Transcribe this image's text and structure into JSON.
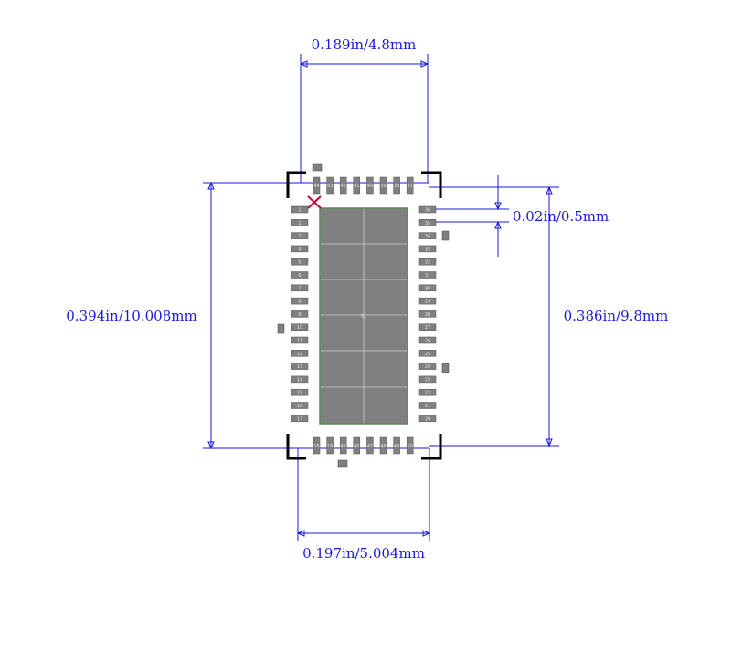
{
  "dimensions": {
    "top_width": "0.189in/4.8mm",
    "pitch": "0.02in/0.5mm",
    "left_height": "0.394in/10.008mm",
    "right_height": "0.386in/9.8mm",
    "bottom_width": "0.197in/5.004mm"
  },
  "thermal_pad_label": "51",
  "pins": {
    "top": [
      "44",
      "43",
      "42",
      "41",
      "40",
      "39",
      "38",
      "37"
    ],
    "left": [
      "1",
      "2",
      "3",
      "4",
      "5",
      "6",
      "7",
      "8",
      "9",
      "10",
      "11",
      "12",
      "13",
      "14",
      "15",
      "16",
      "17"
    ],
    "right": [
      "36",
      "35",
      "34",
      "33",
      "32",
      "31",
      "30",
      "29",
      "28",
      "27",
      "26",
      "25",
      "24",
      "23",
      "22",
      "21",
      "20"
    ],
    "bottom": [
      "18",
      "19",
      "45",
      "46",
      "47",
      "48",
      "49",
      "50"
    ]
  },
  "colors": {
    "dimension": "#1a1adc",
    "pad": "#808080",
    "pad_outline": "#5a8a5a",
    "corner": "#000000",
    "pin1_marker": "#cc0033"
  }
}
